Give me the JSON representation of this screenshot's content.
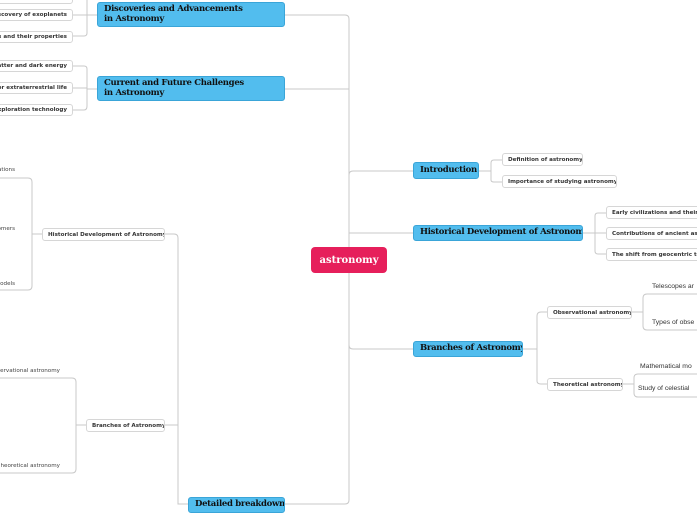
{
  "root": "astronomy",
  "right": {
    "introduction": {
      "label": "Introduction",
      "children": [
        "Definition of astronomy",
        "Importance of studying astronomy"
      ]
    },
    "historical": {
      "label": "Historical Development of Astronomy",
      "children": [
        "Early civilizations and their a",
        "Contributions of ancient astr",
        "The shift from geocentric to h"
      ]
    },
    "branches": {
      "label": "Branches of Astronomy",
      "children": [
        {
          "label": "Observational astronomy",
          "children": [
            "Telescopes ar",
            "Types of obse"
          ]
        },
        {
          "label": "Theoretical astronomy",
          "children": [
            "Mathematical mo",
            "Study of celestial"
          ]
        }
      ]
    }
  },
  "left": {
    "discoveries": {
      "label": "Discoveries and Advancements in Astronomy",
      "children": [
        "discovery of exoplanets",
        "ies and their properties"
      ]
    },
    "challenges": {
      "label": "Current and Future Challenges in Astronomy",
      "children": [
        "matter and dark energy",
        "for extraterrestrial life",
        "exploration technology"
      ]
    },
    "detailed": {
      "label": "Detailed breakdown",
      "children": [
        {
          "label": "Historical Development of Astronomy",
          "children": [
            "ations",
            "omers",
            "odels"
          ]
        },
        {
          "label": "Branches of Astronomy",
          "children": [
            "ervational astronomy",
            "heoretical astronomy"
          ]
        }
      ]
    }
  },
  "colors": {
    "root": "#e61f5b",
    "main_topic": "#52bdee"
  }
}
